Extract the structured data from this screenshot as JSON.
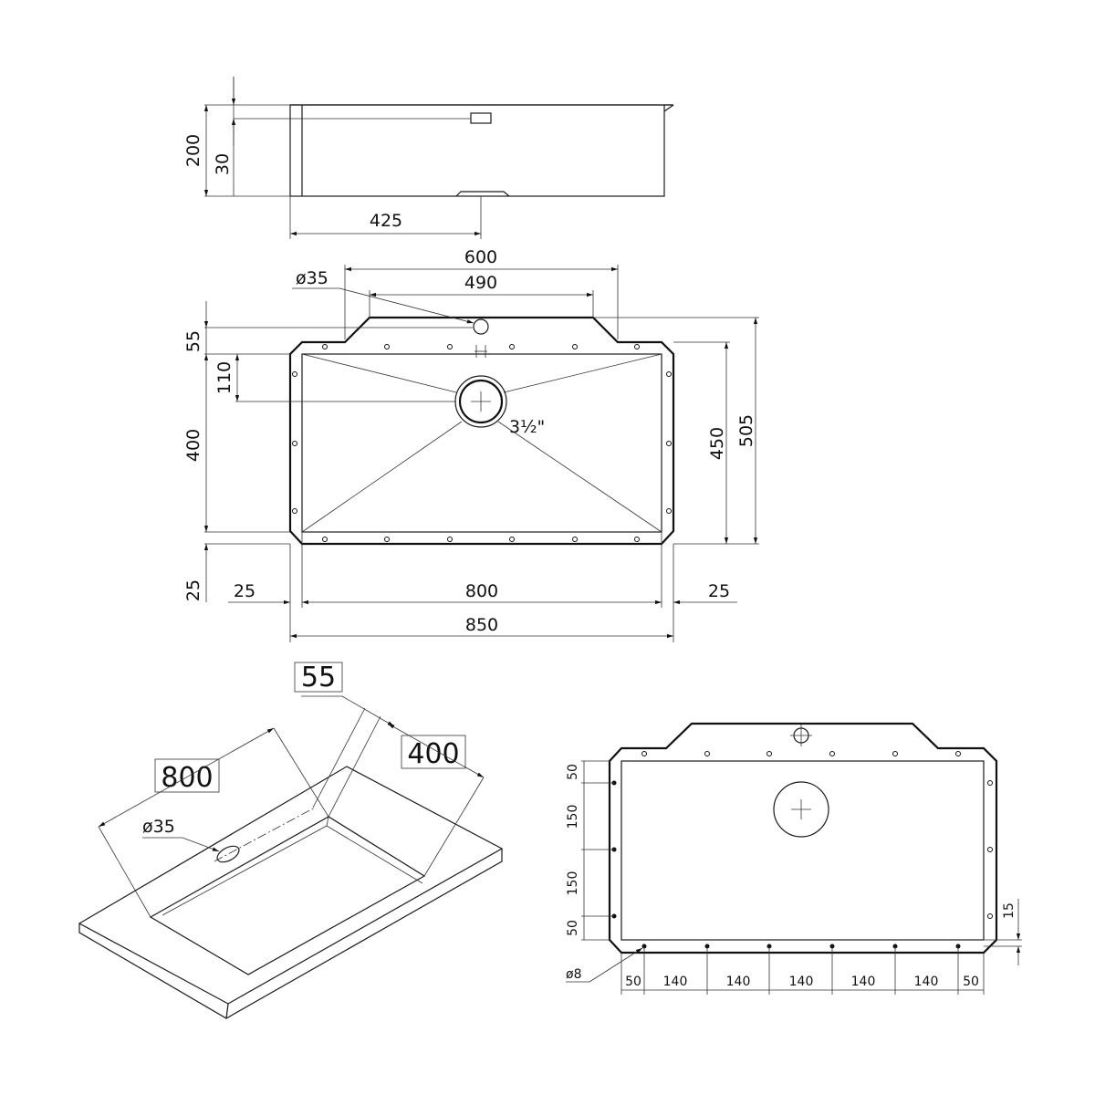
{
  "side_view": {
    "height_total": "200",
    "height_overflow": "30",
    "drain_offset": "425"
  },
  "top_view": {
    "width_back": "600",
    "width_back_inner": "490",
    "tap_hole": "ø35",
    "back_depth": "55",
    "drain_offset": "110",
    "inner_depth": "400",
    "drain_size": "3½\"",
    "depth_450": "450",
    "depth_505": "505",
    "front_margin": "25",
    "side_margin_left": "25",
    "inner_width": "800",
    "side_margin_right": "25",
    "outer_width": "850"
  },
  "iso_view": {
    "back_depth": "55",
    "length": "800",
    "depth": "400",
    "tap_hole": "ø35"
  },
  "bottom_view": {
    "left_dims": [
      "50",
      "150",
      "150",
      "50"
    ],
    "right_dim": "15",
    "hole_dia": "ø8",
    "bottom_dims": [
      "50",
      "140",
      "140",
      "140",
      "140",
      "140",
      "50"
    ]
  },
  "colors": {
    "line": "#1a1a1a",
    "background": "#ffffff"
  }
}
